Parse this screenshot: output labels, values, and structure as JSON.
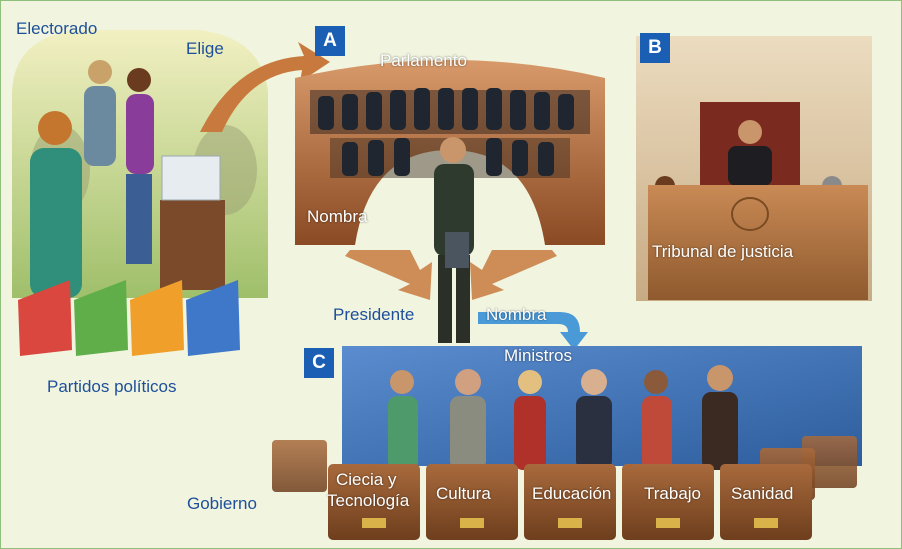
{
  "sections": {
    "a": {
      "badge": "A",
      "title": "Parlamento",
      "action": "Nombra"
    },
    "b": {
      "badge": "B",
      "title": "Tribunal de justicia"
    },
    "c": {
      "badge": "C",
      "title": "Ministros"
    }
  },
  "electorate": {
    "title": "Electorado",
    "action": "Elige",
    "parties": "Partidos políticos"
  },
  "president": {
    "label": "Presidente",
    "action": "Nombra"
  },
  "government": {
    "label": "Gobierno",
    "ministries": [
      {
        "line1": "Ciecia y",
        "line2": "Tecnología"
      },
      {
        "line1": "Cultura"
      },
      {
        "line1": "Educación"
      },
      {
        "line1": "Trabajo"
      },
      {
        "line1": "Sanidad"
      }
    ]
  },
  "colors": {
    "badge": "#1a5fb4",
    "label_blue": "#1d4f9a",
    "arrow": "#c87a3e",
    "background": "#f1f4df"
  }
}
